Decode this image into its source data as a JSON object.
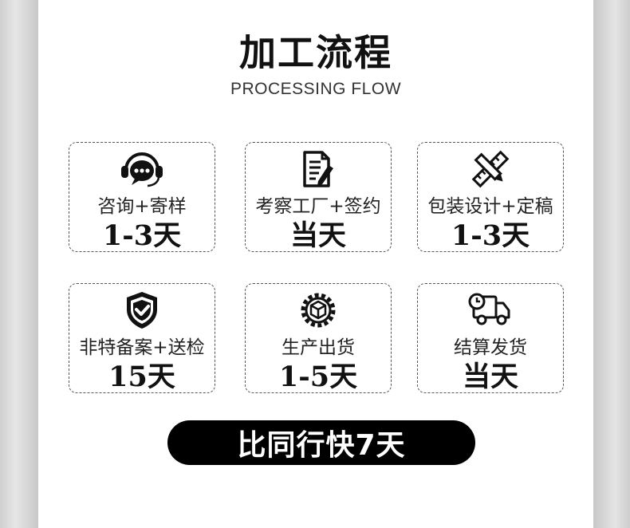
{
  "title": "加工流程",
  "subtitle": "PROCESSING FLOW",
  "steps": [
    {
      "label": "咨询+寄样",
      "days": "1-3天",
      "icon": "customer-service-icon"
    },
    {
      "label": "考察工厂+签约",
      "days": "当天",
      "icon": "document-sign-icon"
    },
    {
      "label": "包装设计+定稿",
      "days": "1-3天",
      "icon": "design-tools-icon"
    },
    {
      "label": "非特备案+送检",
      "days": "15天",
      "icon": "shield-check-icon"
    },
    {
      "label": "生产出货",
      "days": "1-5天",
      "icon": "production-gear-icon"
    },
    {
      "label": "结算发货",
      "days": "当天",
      "icon": "delivery-truck-icon"
    }
  ],
  "slogan": "比同行快7天",
  "colors": {
    "accent": "#000000",
    "background": "#ffffff"
  }
}
